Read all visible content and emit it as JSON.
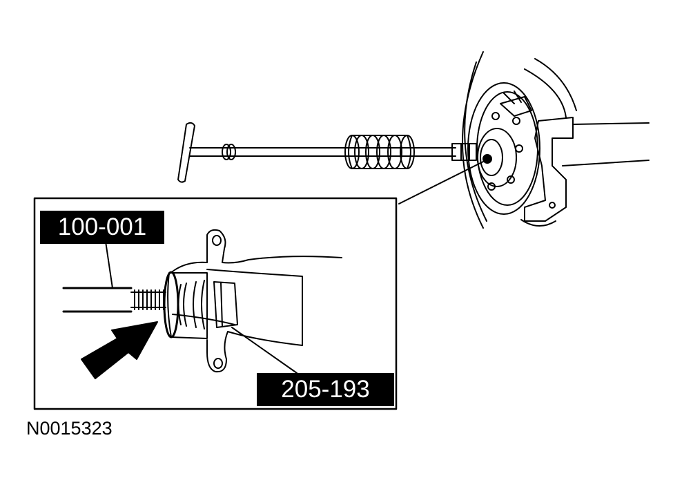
{
  "callouts": {
    "tool_upper": "100-001",
    "tool_lower": "205-193"
  },
  "figure_id": "N0015323"
}
